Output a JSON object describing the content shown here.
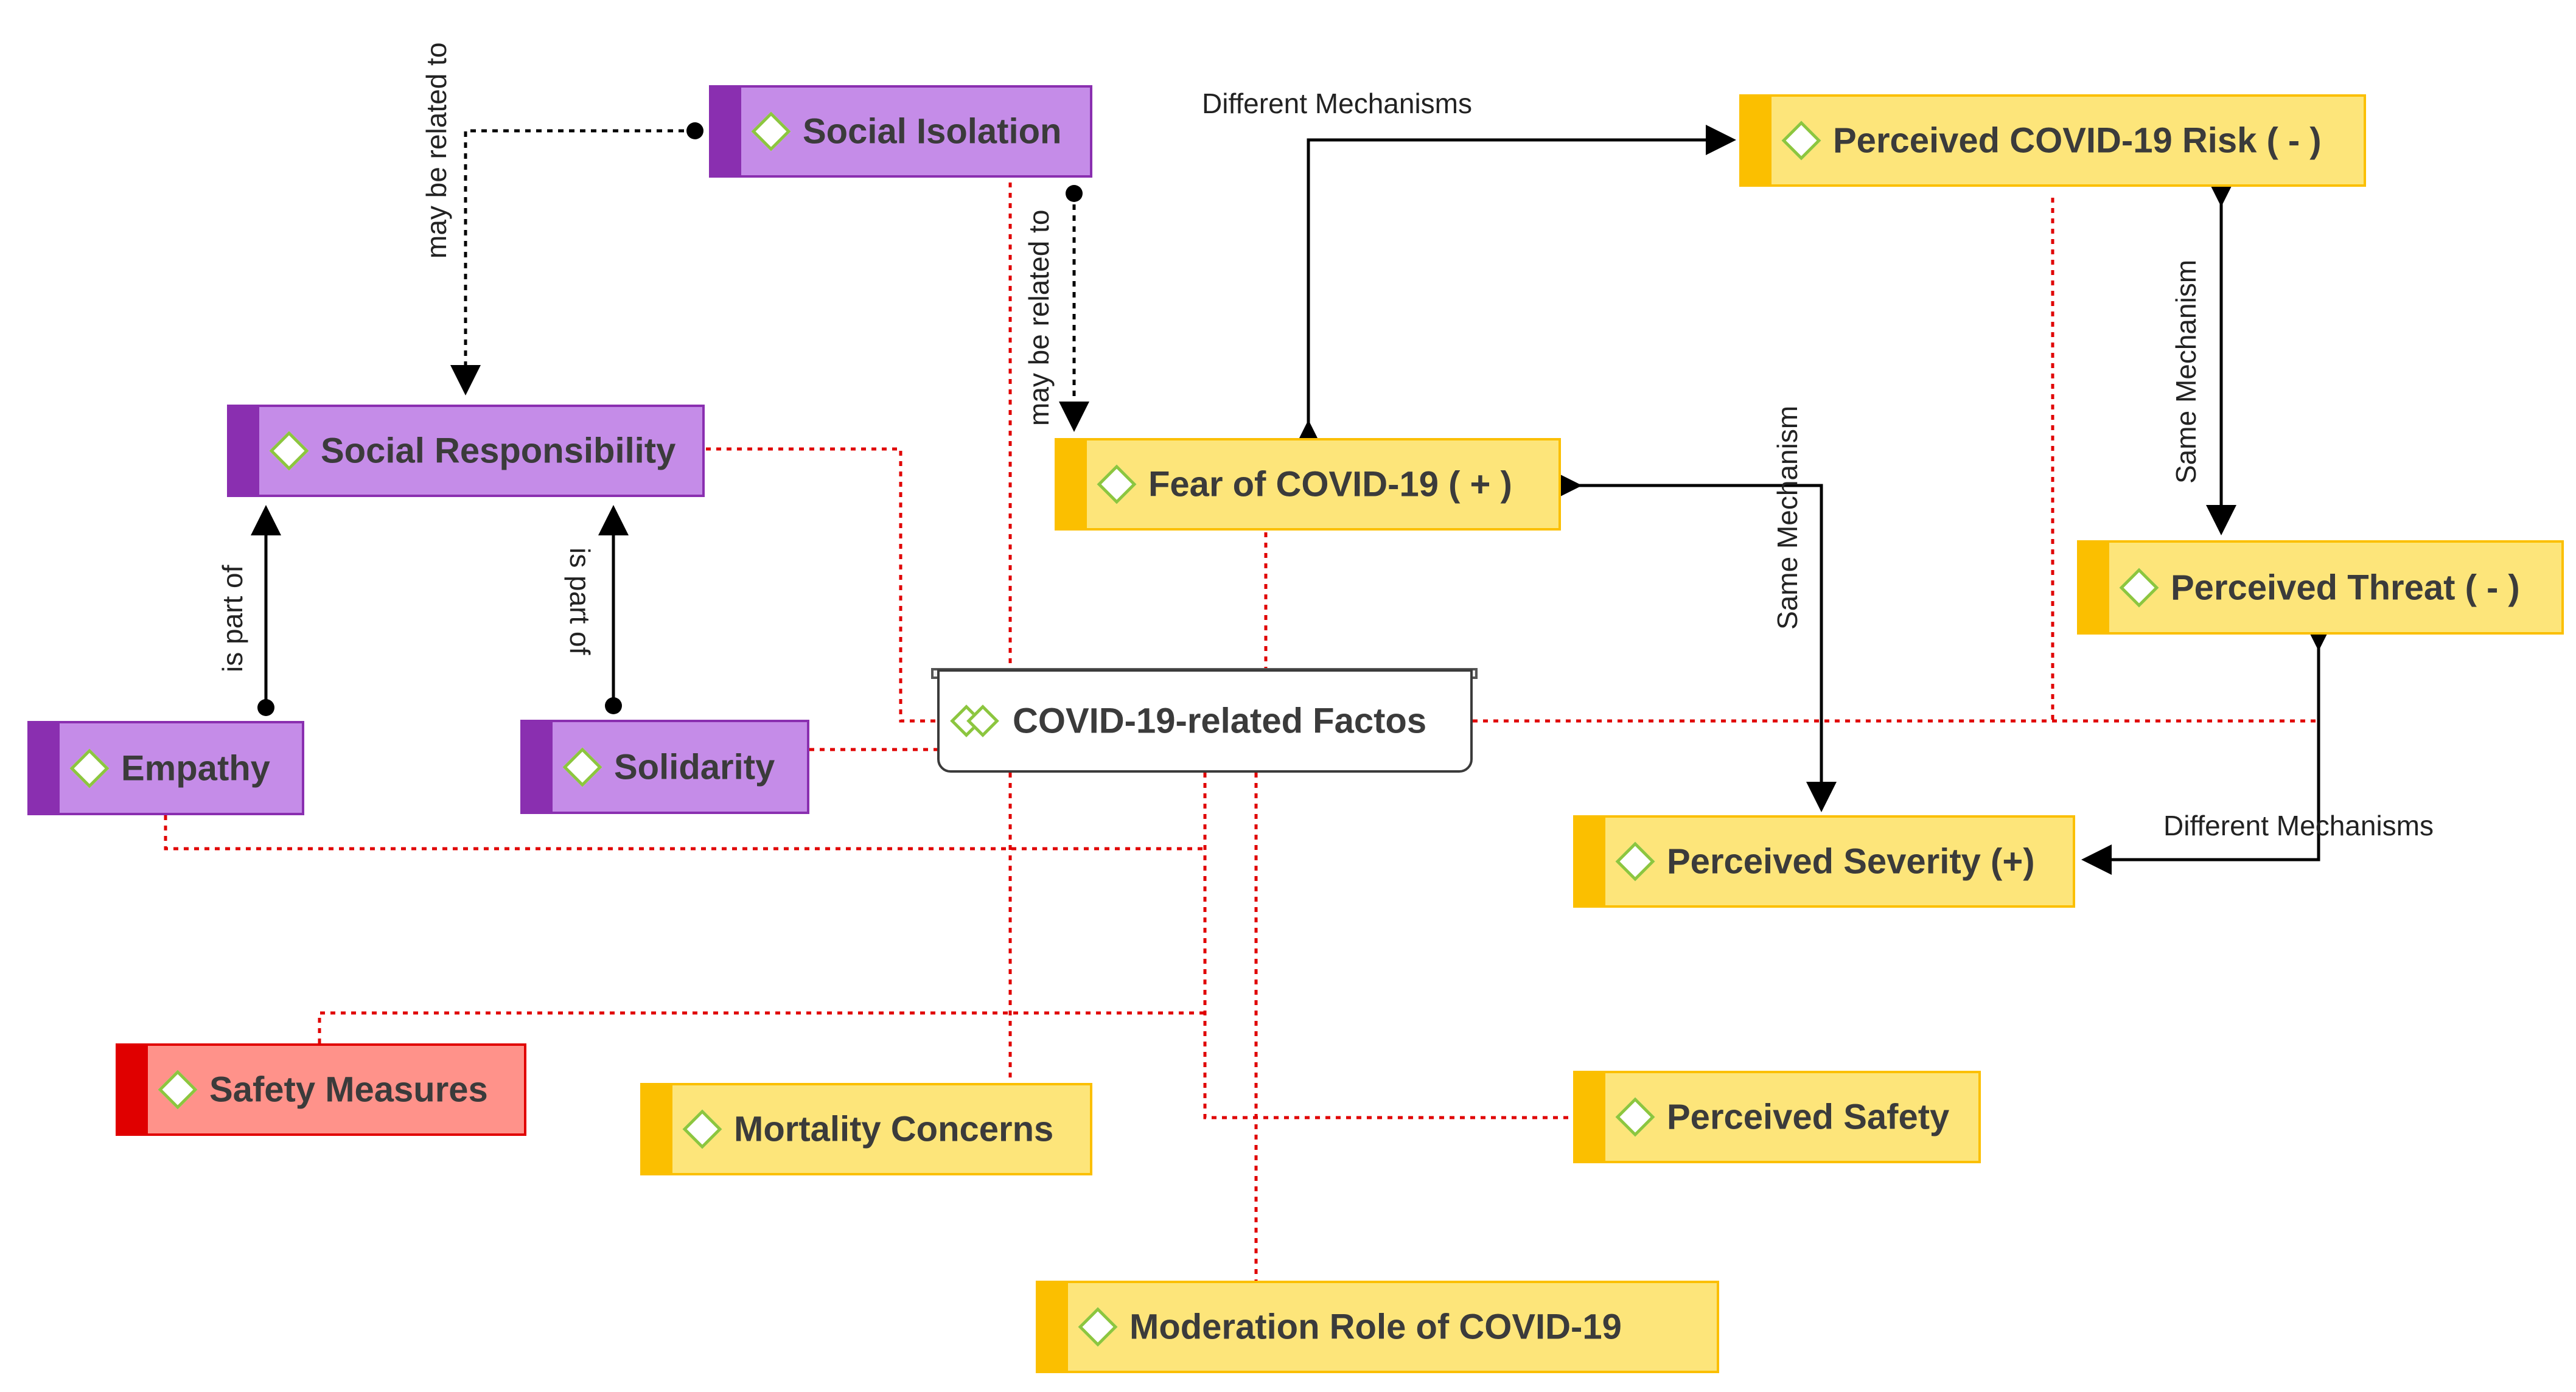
{
  "nodes": {
    "social_isolation": "Social Isolation",
    "social_responsibility": "Social Responsibility",
    "empathy": "Empathy",
    "solidarity": "Solidarity",
    "central": "COVID-19-related Factos",
    "fear": "Fear of COVID-19 ( + )",
    "perceived_risk": "Perceived COVID-19 Risk ( - )",
    "perceived_threat": "Perceived Threat ( - )",
    "perceived_severity": "Perceived Severity (+)",
    "safety_measures": "Safety Measures",
    "mortality_concerns": "Mortality Concerns",
    "perceived_safety": "Perceived Safety",
    "moderation_role": "Moderation Role of COVID-19"
  },
  "edge_labels": {
    "iso_to_resp": "may be related to",
    "iso_to_fear": "may be related to",
    "empathy_part": "is part of",
    "solidarity_part": "is part of",
    "diff_mech_top": "Different Mechanisms",
    "same_mech_right": "Same Mechanism",
    "same_mech_mid": "Same Mechanism",
    "diff_mech_bottom": "Different Mechanisms"
  },
  "colors": {
    "purple_fill": "#c58ce8",
    "purple_accent": "#8a2fb0",
    "yellow_fill": "#fde57a",
    "yellow_accent": "#fbbf00",
    "red_fill": "#ff928a",
    "red_accent": "#e00000",
    "connector_red": "#e00000",
    "arrow_black": "#000000",
    "icon_green": "#8cc63f"
  }
}
